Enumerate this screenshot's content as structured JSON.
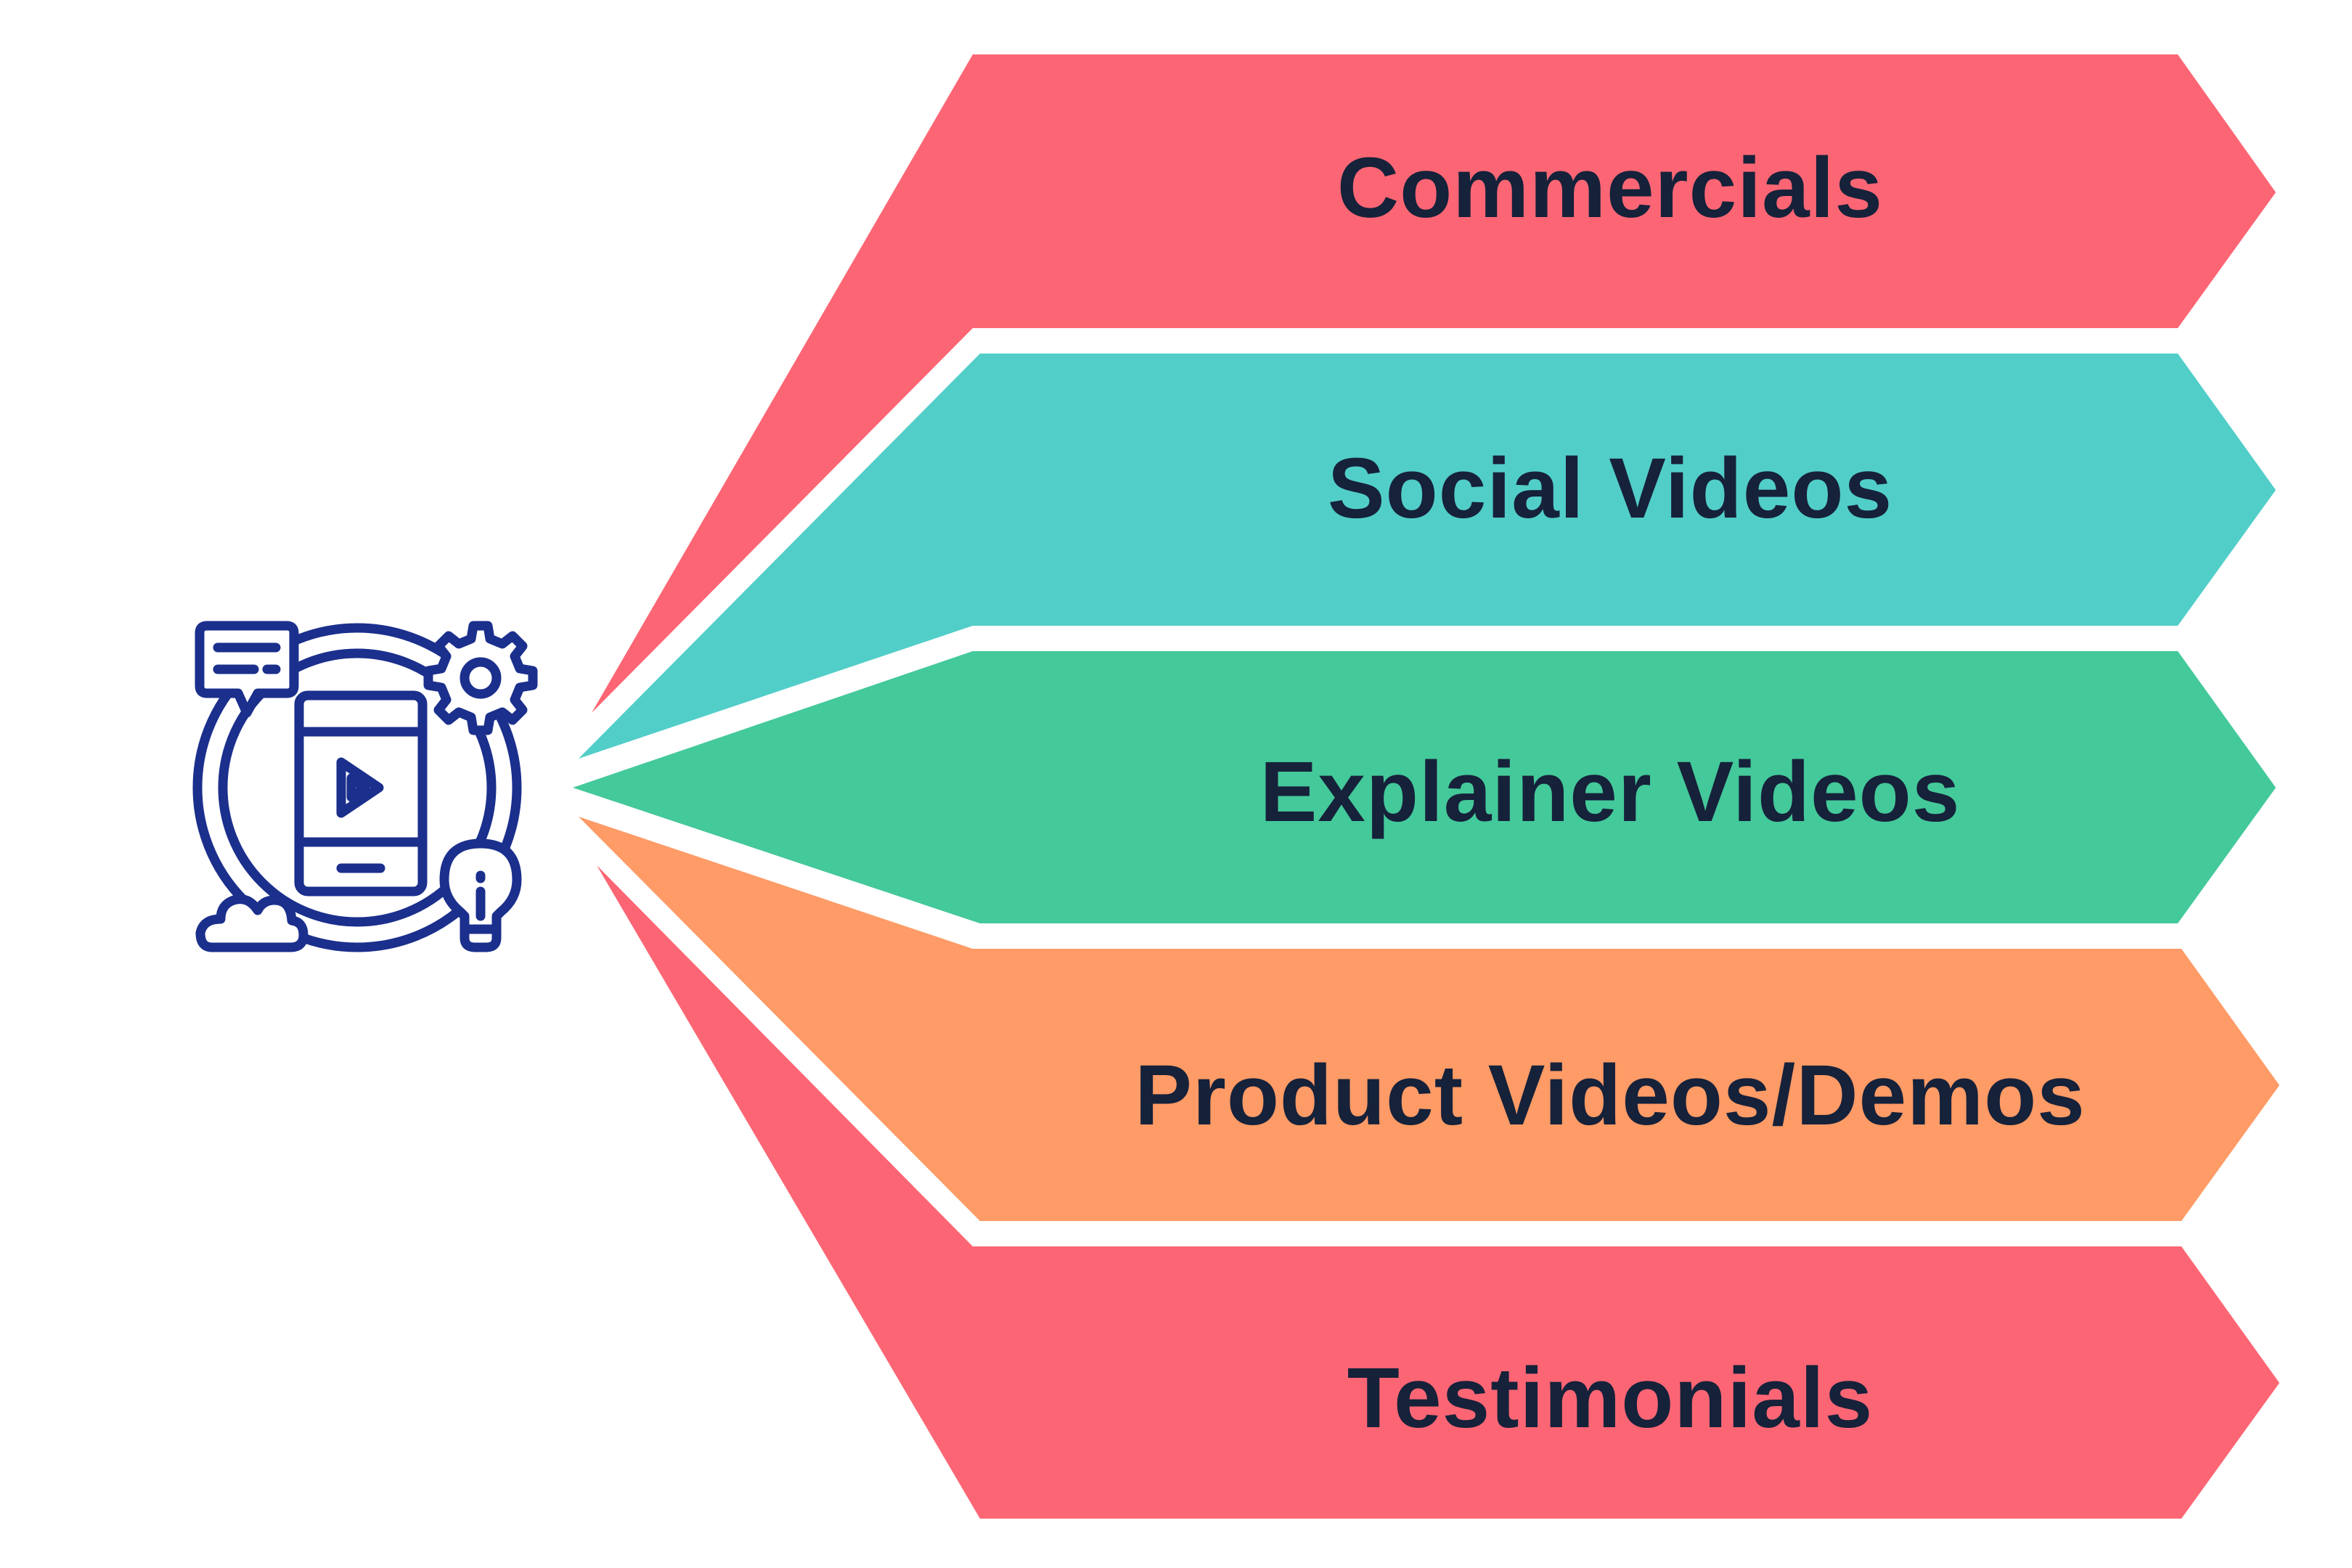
{
  "diagram": {
    "items": [
      {
        "label": "Commercials",
        "color": "#fc6674"
      },
      {
        "label": "Social Videos",
        "color": "#52cec9"
      },
      {
        "label": "Explainer Videos",
        "color": "#44c99a"
      },
      {
        "label": "Product Videos/Demos",
        "color": "#fe9b66"
      },
      {
        "label": "Testimonials",
        "color": "#fc6674"
      }
    ],
    "icon": {
      "name": "mobile-video-marketing-icon",
      "color": "#1b2f8c"
    }
  }
}
